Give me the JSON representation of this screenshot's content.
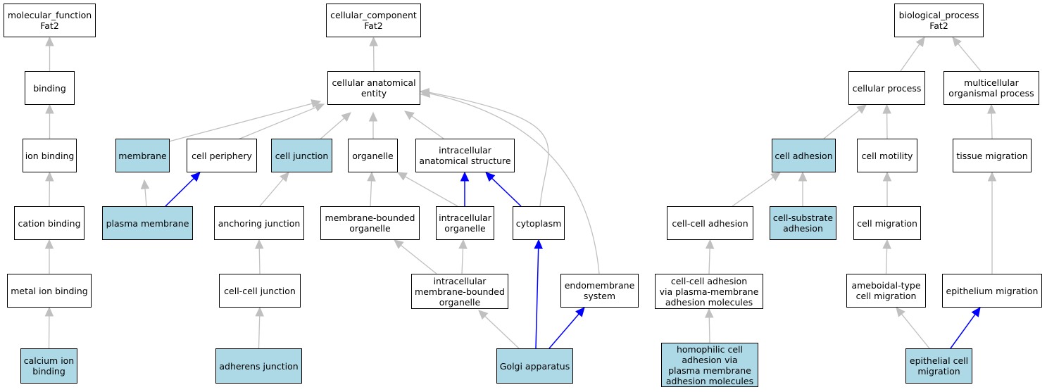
{
  "colors": {
    "highlight_fill": "#add8e6",
    "default_fill": "#ffffff",
    "gray_edge": "#c0c0c0",
    "blue_edge": "#0000ff",
    "border": "#000000"
  },
  "nodes": [
    {
      "id": "mf_root",
      "label": "molecular_function\nFat2",
      "highlight": false
    },
    {
      "id": "binding",
      "label": "binding",
      "highlight": false
    },
    {
      "id": "ion_binding",
      "label": "ion binding",
      "highlight": false
    },
    {
      "id": "cation_binding",
      "label": "cation binding",
      "highlight": false
    },
    {
      "id": "metal_ion_binding",
      "label": "metal ion binding",
      "highlight": false
    },
    {
      "id": "calcium_ion_binding",
      "label": "calcium ion\nbinding",
      "highlight": true
    },
    {
      "id": "cc_root",
      "label": "cellular_component\nFat2",
      "highlight": false
    },
    {
      "id": "cae",
      "label": "cellular anatomical\nentity",
      "highlight": false
    },
    {
      "id": "membrane",
      "label": "membrane",
      "highlight": true
    },
    {
      "id": "cell_periphery",
      "label": "cell periphery",
      "highlight": false
    },
    {
      "id": "cell_junction",
      "label": "cell junction",
      "highlight": true
    },
    {
      "id": "organelle",
      "label": "organelle",
      "highlight": false
    },
    {
      "id": "ias",
      "label": "intracellular\nanatomical structure",
      "highlight": false
    },
    {
      "id": "plasma_membrane",
      "label": "plasma membrane",
      "highlight": true
    },
    {
      "id": "anchoring_junction",
      "label": "anchoring junction",
      "highlight": false
    },
    {
      "id": "mbo",
      "label": "membrane-bounded\norganelle",
      "highlight": false
    },
    {
      "id": "io",
      "label": "intracellular\norganelle",
      "highlight": false
    },
    {
      "id": "cytoplasm",
      "label": "cytoplasm",
      "highlight": false
    },
    {
      "id": "ccj",
      "label": "cell-cell junction",
      "highlight": false
    },
    {
      "id": "imbo",
      "label": "intracellular\nmembrane-bounded\norganelle",
      "highlight": false
    },
    {
      "id": "endomembrane",
      "label": "endomembrane\nsystem",
      "highlight": false
    },
    {
      "id": "adherens",
      "label": "adherens junction",
      "highlight": true
    },
    {
      "id": "golgi",
      "label": "Golgi apparatus",
      "highlight": true
    },
    {
      "id": "bp_root",
      "label": "biological_process\nFat2",
      "highlight": false
    },
    {
      "id": "cellular_process",
      "label": "cellular process",
      "highlight": false
    },
    {
      "id": "mop",
      "label": "multicellular\norganismal process",
      "highlight": false
    },
    {
      "id": "cell_adhesion",
      "label": "cell adhesion",
      "highlight": true
    },
    {
      "id": "cell_motility",
      "label": "cell motility",
      "highlight": false
    },
    {
      "id": "tissue_migration",
      "label": "tissue migration",
      "highlight": false
    },
    {
      "id": "ccadh",
      "label": "cell-cell adhesion",
      "highlight": false
    },
    {
      "id": "csadh",
      "label": "cell-substrate\nadhesion",
      "highlight": true
    },
    {
      "id": "cell_migration",
      "label": "cell migration",
      "highlight": false
    },
    {
      "id": "ccapm",
      "label": "cell-cell adhesion\nvia plasma-membrane\nadhesion molecules",
      "highlight": false
    },
    {
      "id": "amoeboid",
      "label": "ameboidal-type\ncell migration",
      "highlight": false
    },
    {
      "id": "epi_migration",
      "label": "epithelium migration",
      "highlight": false
    },
    {
      "id": "homophilic",
      "label": "homophilic cell\nadhesion via\nplasma membrane\nadhesion molecules",
      "highlight": true
    },
    {
      "id": "epi_cell_migration",
      "label": "epithelial cell\nmigration",
      "highlight": true
    }
  ],
  "edges": [
    {
      "from": "binding",
      "to": "mf_root",
      "color": "gray"
    },
    {
      "from": "ion_binding",
      "to": "binding",
      "color": "gray"
    },
    {
      "from": "cation_binding",
      "to": "ion_binding",
      "color": "gray"
    },
    {
      "from": "metal_ion_binding",
      "to": "cation_binding",
      "color": "gray"
    },
    {
      "from": "calcium_ion_binding",
      "to": "metal_ion_binding",
      "color": "gray"
    },
    {
      "from": "cae",
      "to": "cc_root",
      "color": "gray"
    },
    {
      "from": "membrane",
      "to": "cae",
      "color": "gray"
    },
    {
      "from": "cell_periphery",
      "to": "cae",
      "color": "gray"
    },
    {
      "from": "cell_junction",
      "to": "cae",
      "color": "gray"
    },
    {
      "from": "organelle",
      "to": "cae",
      "color": "gray"
    },
    {
      "from": "ias",
      "to": "cae",
      "color": "gray"
    },
    {
      "from": "cytoplasm",
      "to": "cae",
      "color": "gray"
    },
    {
      "from": "endomembrane",
      "to": "cae",
      "color": "gray"
    },
    {
      "from": "plasma_membrane",
      "to": "membrane",
      "color": "gray"
    },
    {
      "from": "plasma_membrane",
      "to": "cell_periphery",
      "color": "blue"
    },
    {
      "from": "anchoring_junction",
      "to": "cell_junction",
      "color": "gray"
    },
    {
      "from": "mbo",
      "to": "organelle",
      "color": "gray"
    },
    {
      "from": "io",
      "to": "organelle",
      "color": "gray"
    },
    {
      "from": "io",
      "to": "ias",
      "color": "blue"
    },
    {
      "from": "cytoplasm",
      "to": "ias",
      "color": "blue"
    },
    {
      "from": "ccj",
      "to": "anchoring_junction",
      "color": "gray"
    },
    {
      "from": "imbo",
      "to": "mbo",
      "color": "gray"
    },
    {
      "from": "imbo",
      "to": "io",
      "color": "gray"
    },
    {
      "from": "adherens",
      "to": "ccj",
      "color": "gray"
    },
    {
      "from": "golgi",
      "to": "imbo",
      "color": "gray"
    },
    {
      "from": "golgi",
      "to": "cytoplasm",
      "color": "blue"
    },
    {
      "from": "golgi",
      "to": "endomembrane",
      "color": "blue"
    },
    {
      "from": "cellular_process",
      "to": "bp_root",
      "color": "gray"
    },
    {
      "from": "mop",
      "to": "bp_root",
      "color": "gray"
    },
    {
      "from": "cell_adhesion",
      "to": "cellular_process",
      "color": "gray"
    },
    {
      "from": "cell_motility",
      "to": "cellular_process",
      "color": "gray"
    },
    {
      "from": "tissue_migration",
      "to": "mop",
      "color": "gray"
    },
    {
      "from": "ccadh",
      "to": "cell_adhesion",
      "color": "gray"
    },
    {
      "from": "csadh",
      "to": "cell_adhesion",
      "color": "gray"
    },
    {
      "from": "cell_migration",
      "to": "cell_motility",
      "color": "gray"
    },
    {
      "from": "ccapm",
      "to": "ccadh",
      "color": "gray"
    },
    {
      "from": "amoeboid",
      "to": "cell_migration",
      "color": "gray"
    },
    {
      "from": "epi_migration",
      "to": "tissue_migration",
      "color": "gray"
    },
    {
      "from": "homophilic",
      "to": "ccapm",
      "color": "gray"
    },
    {
      "from": "epi_cell_migration",
      "to": "amoeboid",
      "color": "gray"
    },
    {
      "from": "epi_cell_migration",
      "to": "epi_migration",
      "color": "blue"
    }
  ]
}
